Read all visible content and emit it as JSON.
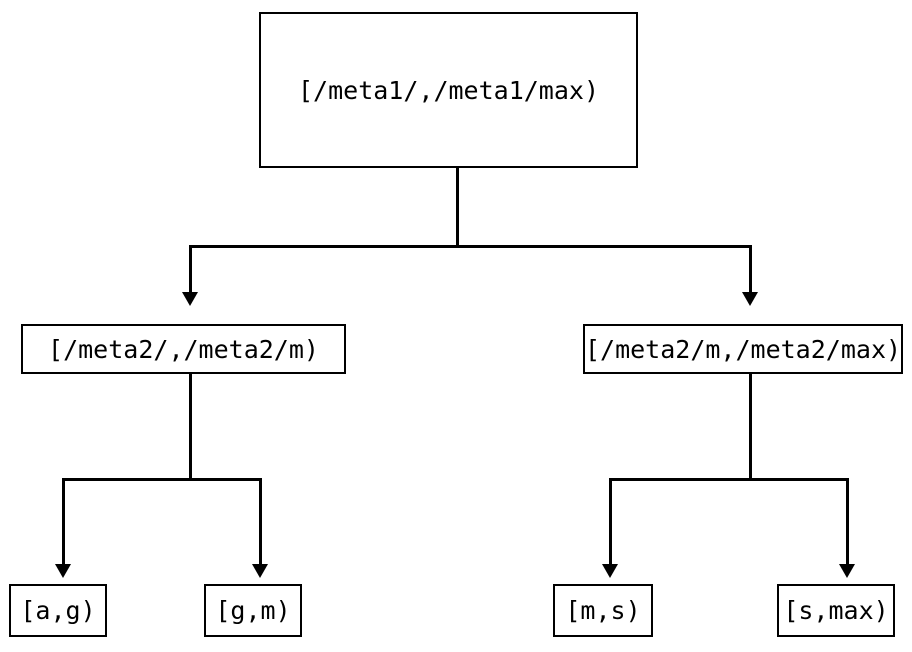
{
  "diagram": {
    "type": "tree",
    "title": "",
    "colors": {
      "background": "#ffffff",
      "box_border": "#000000",
      "line": "#000000",
      "text": "#000000"
    },
    "nodes": {
      "root": {
        "label": "[/meta1/,/meta1/max)",
        "level": 0
      },
      "mid_left": {
        "label": "[/meta2/,/meta2/m)",
        "level": 1
      },
      "mid_right": {
        "label": "[/meta2/m,/meta2/max)",
        "level": 1
      },
      "leaf_1": {
        "label": "[a,g)",
        "level": 2
      },
      "leaf_2": {
        "label": "[g,m)",
        "level": 2
      },
      "leaf_3": {
        "label": "[m,s)",
        "level": 2
      },
      "leaf_4": {
        "label": "[s,max)",
        "level": 2
      }
    },
    "edges": [
      {
        "from": "root",
        "to": "mid_left"
      },
      {
        "from": "root",
        "to": "mid_right"
      },
      {
        "from": "mid_left",
        "to": "leaf_1"
      },
      {
        "from": "mid_left",
        "to": "leaf_2"
      },
      {
        "from": "mid_right",
        "to": "leaf_3"
      },
      {
        "from": "mid_right",
        "to": "leaf_4"
      }
    ]
  }
}
